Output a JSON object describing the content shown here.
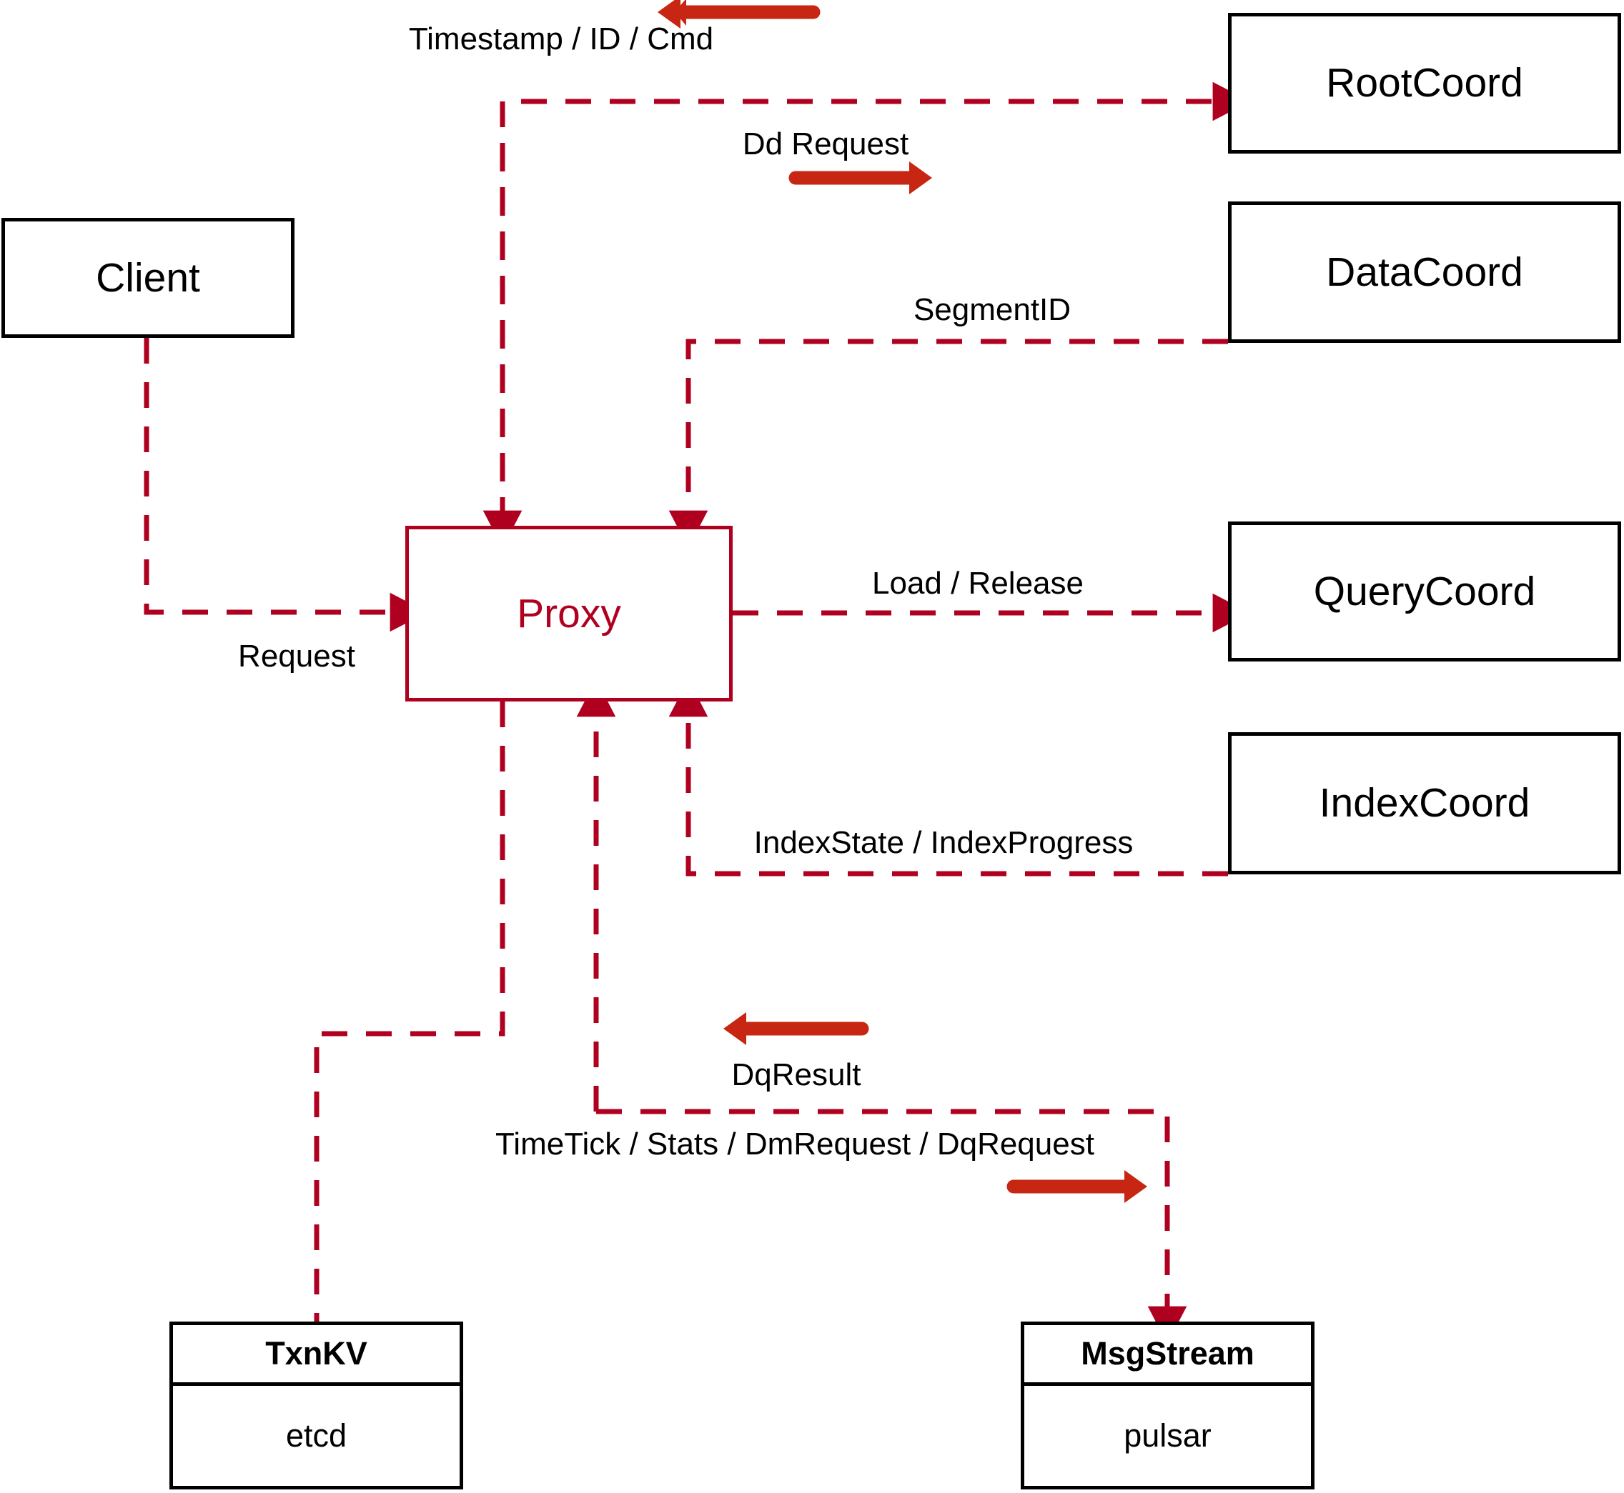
{
  "diagram": {
    "title": "Milvus Proxy component interaction diagram",
    "colors": {
      "node_border": "#000000",
      "proxy": "#b00020",
      "dashed_edge": "#b00020",
      "direction_arrow": "#c62612",
      "background": "#ffffff"
    },
    "nodes": [
      {
        "id": "client",
        "label": "Client",
        "kind": "plain"
      },
      {
        "id": "proxy",
        "label": "Proxy",
        "kind": "highlighted"
      },
      {
        "id": "rootcoord",
        "label": "RootCoord",
        "kind": "plain"
      },
      {
        "id": "datacoord",
        "label": "DataCoord",
        "kind": "plain"
      },
      {
        "id": "querycoord",
        "label": "QueryCoord",
        "kind": "plain"
      },
      {
        "id": "indexcoord",
        "label": "IndexCoord",
        "kind": "plain"
      },
      {
        "id": "txnkv",
        "label": "TxnKV",
        "sublabel": "etcd",
        "kind": "split"
      },
      {
        "id": "msgstream",
        "label": "MsgStream",
        "sublabel": "pulsar",
        "kind": "split"
      }
    ],
    "edges": [
      {
        "id": "timestamp-id-cmd",
        "label": "Timestamp / ID / Cmd",
        "from": "rootcoord",
        "to": "proxy",
        "direction_arrow": "left"
      },
      {
        "id": "dd-request",
        "label": "Dd Request",
        "from": "proxy",
        "to": "rootcoord",
        "direction_arrow": "right"
      },
      {
        "id": "segment-id",
        "label": "SegmentID",
        "from": "datacoord",
        "to": "proxy",
        "direction_arrow": "none"
      },
      {
        "id": "request",
        "label": "Request",
        "from": "client",
        "to": "proxy",
        "direction_arrow": "none"
      },
      {
        "id": "load-release",
        "label": "Load / Release",
        "from": "proxy",
        "to": "querycoord",
        "direction_arrow": "none"
      },
      {
        "id": "index-state-progress",
        "label": "IndexState / IndexProgress",
        "from": "indexcoord",
        "to": "proxy",
        "direction_arrow": "none"
      },
      {
        "id": "dq-result",
        "label": "DqResult",
        "from": "msgstream",
        "to": "proxy",
        "direction_arrow": "left"
      },
      {
        "id": "timetick-stats-dm-dq",
        "label": "TimeTick / Stats / DmRequest / DqRequest",
        "from": "proxy",
        "to": "msgstream",
        "direction_arrow": "right"
      },
      {
        "id": "txnkv-link",
        "label": "",
        "from": "proxy",
        "to": "txnkv",
        "direction_arrow": "none"
      }
    ]
  }
}
